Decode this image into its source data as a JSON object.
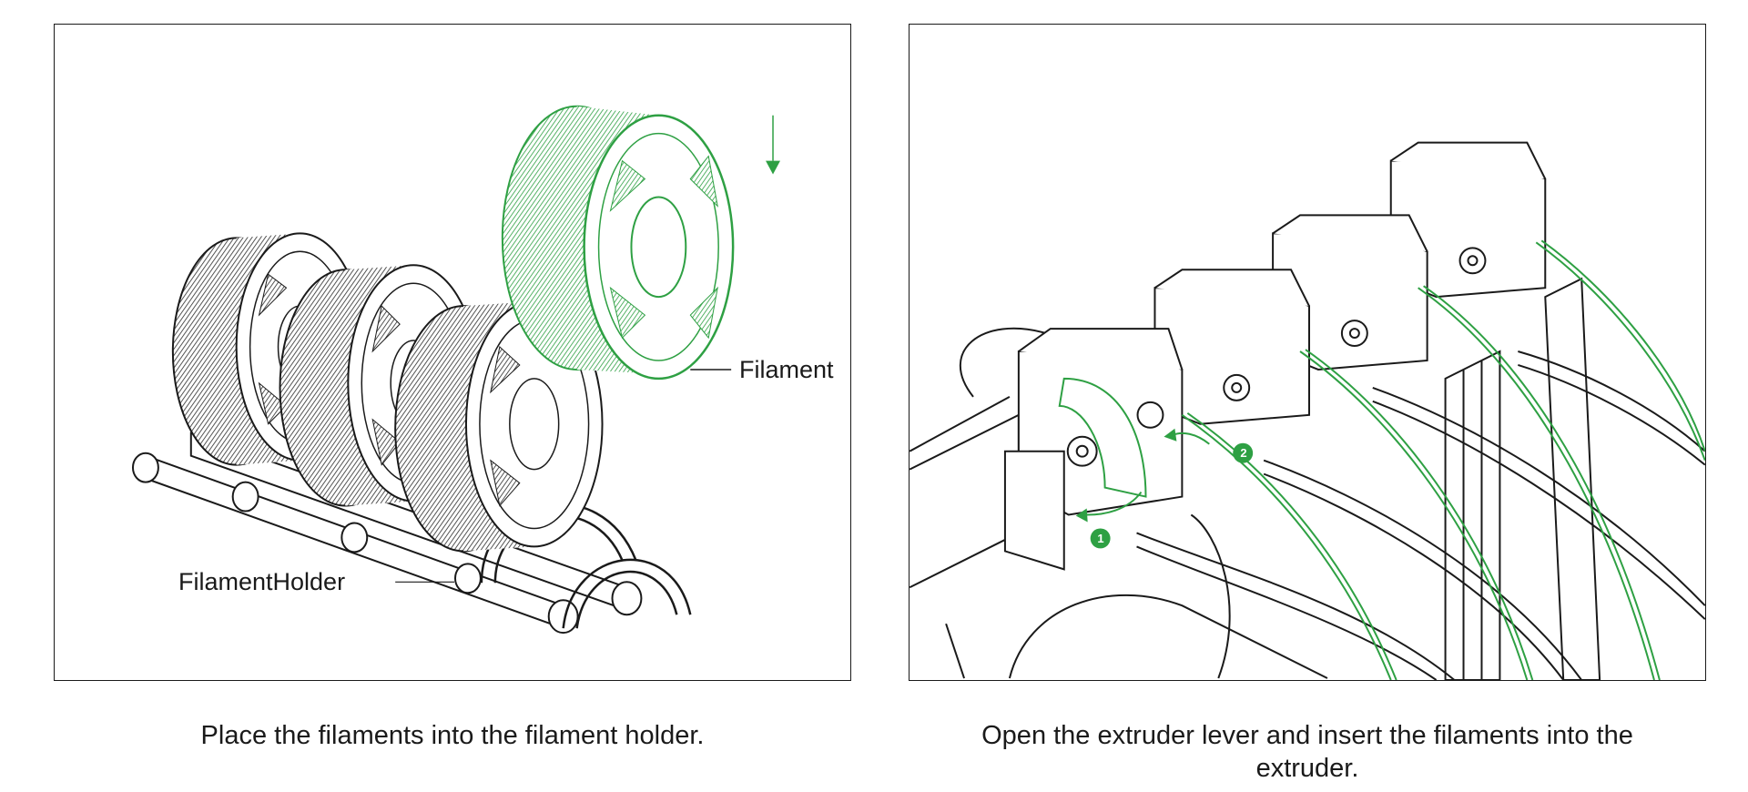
{
  "left_panel": {
    "label_filament": "Filament",
    "label_holder": "FilamentHolder",
    "holder_print": "Filament Holder",
    "caption": "Place the filaments into the filament holder."
  },
  "right_panel": {
    "step_1": "1",
    "step_2": "2",
    "caption": "Open the extruder lever and insert the filaments into the extruder."
  },
  "colors": {
    "accent_green": "#2ea043",
    "line_dark": "#1a1a1a",
    "background": "#ffffff"
  },
  "icons": [
    "down-arrow-icon",
    "curved-arrow-icon"
  ]
}
